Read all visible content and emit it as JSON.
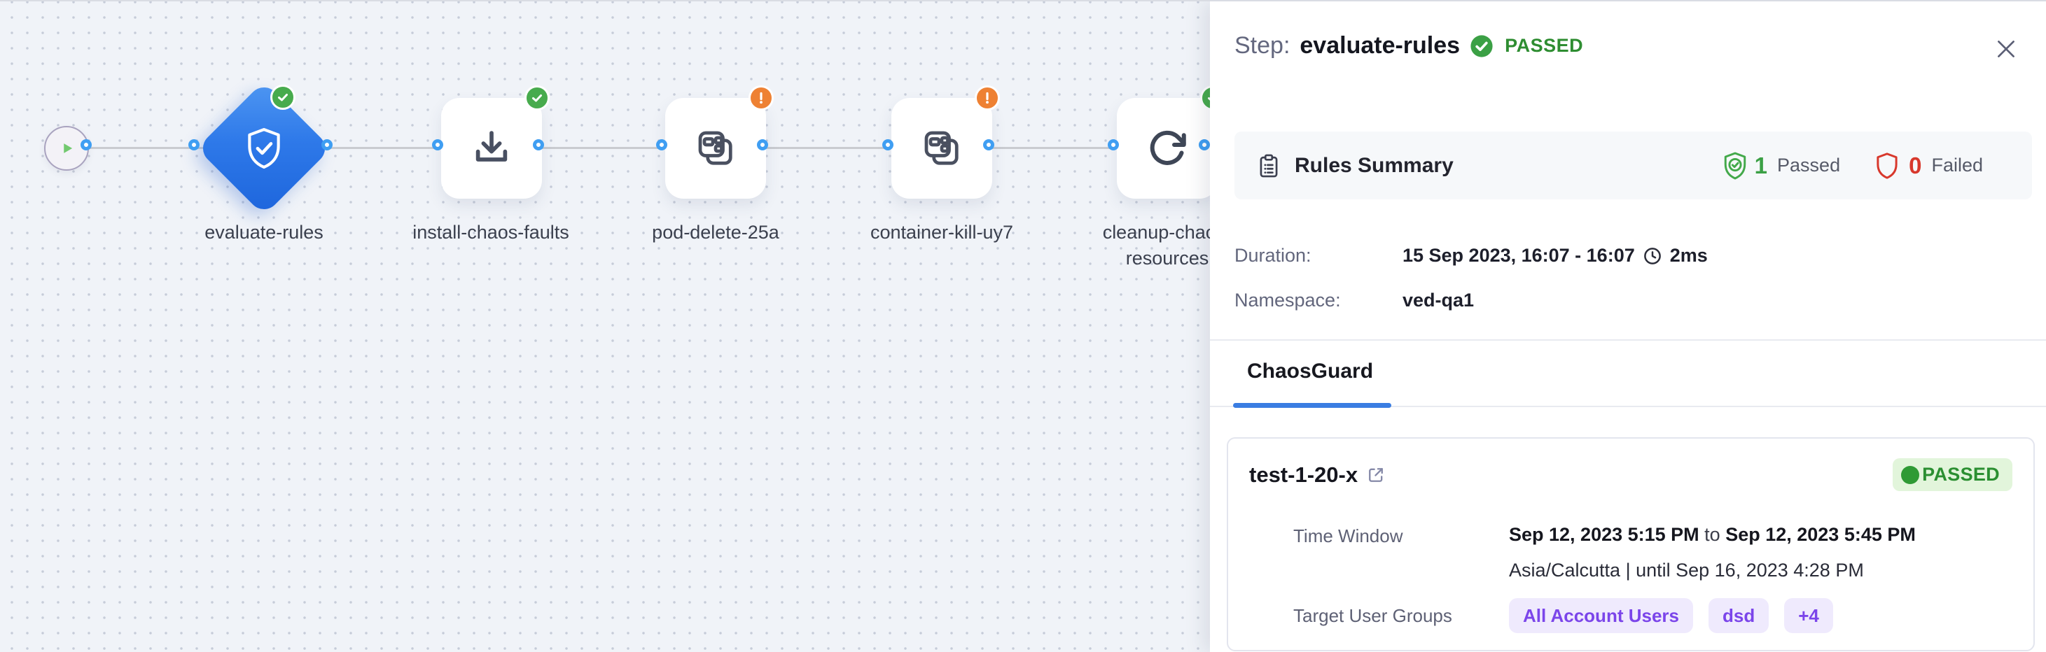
{
  "canvas": {
    "start_node": {
      "icon": "play-icon"
    },
    "nodes": [
      {
        "label": "evaluate-rules",
        "status": "passed",
        "icon": "shield-check-icon",
        "selected": true
      },
      {
        "label": "install-chaos-faults",
        "status": "passed",
        "icon": "download-icon"
      },
      {
        "label": "pod-delete-25a",
        "status": "warning",
        "icon": "chaos-fault-icon"
      },
      {
        "label": "container-kill-uy7",
        "status": "warning",
        "icon": "chaos-fault-icon"
      },
      {
        "label": "cleanup-chaos-resources",
        "status": "passed",
        "icon": "retry-icon"
      }
    ]
  },
  "panel": {
    "header": {
      "step_label": "Step:",
      "step_name": "evaluate-rules",
      "status": "PASSED"
    },
    "rules_summary": {
      "title": "Rules Summary",
      "passed_count": "1",
      "passed_label": "Passed",
      "failed_count": "0",
      "failed_label": "Failed"
    },
    "details": {
      "duration_label": "Duration:",
      "duration_range": "15 Sep 2023, 16:07 - 16:07",
      "duration_elapsed": "2ms",
      "namespace_label": "Namespace:",
      "namespace_value": "ved-qa1"
    },
    "tabs": {
      "chaosguard": "ChaosGuard"
    },
    "guard": {
      "name": "test-1-20-x",
      "status": "PASSED",
      "time_window_label": "Time Window",
      "time_start": "Sep 12, 2023 5:15 PM",
      "time_join": " to ",
      "time_end": "Sep 12, 2023 5:45 PM",
      "timezone_info": "Asia/Calcutta | until Sep 16, 2023 4:28 PM",
      "target_groups_label": "Target User Groups",
      "target_groups": [
        "All Account Users",
        "dsd",
        "+4"
      ]
    }
  },
  "colors": {
    "accent_blue": "#2470e8",
    "success_green": "#43a94a",
    "warning_orange": "#ee8133",
    "error_red": "#d8382c",
    "guard_purple": "#7b45ea",
    "tab_underline": "#3a7de2"
  }
}
